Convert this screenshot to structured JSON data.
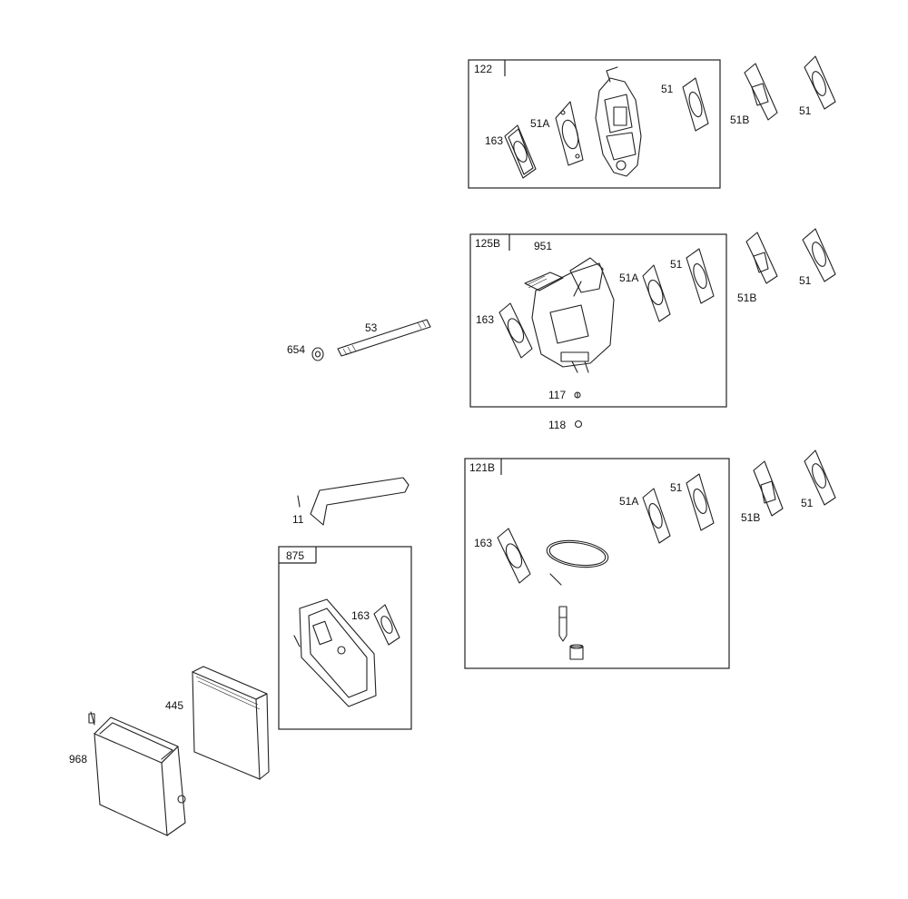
{
  "callouts": {
    "box_122": {
      "title": "122",
      "g163": "163",
      "g51a": "51A",
      "g51": "51"
    },
    "outside_122": {
      "g51b": "51B",
      "g51": "51"
    },
    "box_125b": {
      "title": "125B",
      "p951": "951",
      "g51a": "51A",
      "g51": "51",
      "g163": "163",
      "p117": "117"
    },
    "outside_125b": {
      "g51b": "51B",
      "g51": "51"
    },
    "p118": "118",
    "p53": "53",
    "p654": "654",
    "box_121b": {
      "title": "121B",
      "g51a": "51A",
      "g51": "51",
      "g163": "163"
    },
    "outside_121b": {
      "g51b": "51B",
      "g51": "51"
    },
    "p11": "11",
    "box_875": {
      "title": "875",
      "g163": "163"
    },
    "p445": "445",
    "p968": "968"
  }
}
